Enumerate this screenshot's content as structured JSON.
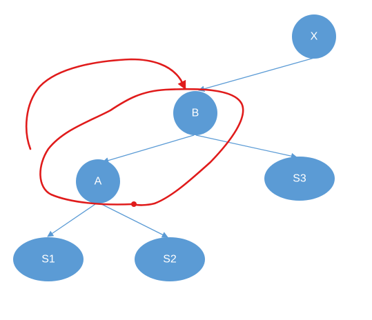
{
  "nodes": {
    "x": {
      "label": "X"
    },
    "b": {
      "label": "B"
    },
    "a": {
      "label": "A"
    },
    "s1": {
      "label": "S1"
    },
    "s2": {
      "label": "S2"
    },
    "s3": {
      "label": "S3"
    }
  },
  "colors": {
    "node_fill": "#5b9bd5",
    "edge": "#5b9bd5",
    "annotation": "#e01b1b",
    "label": "#ffffff"
  }
}
